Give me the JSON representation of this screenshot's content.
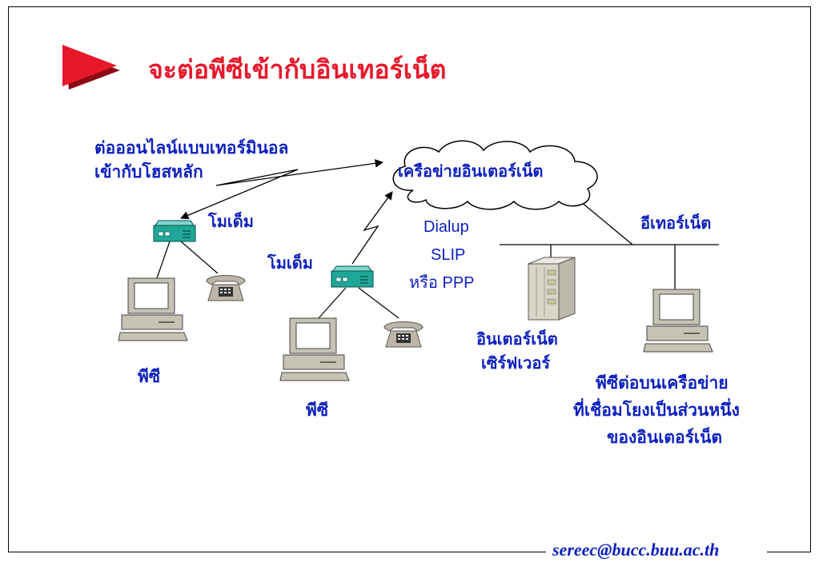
{
  "title": "จะต่อพีซีเข้ากับอินเทอร์เน็ต",
  "labels": {
    "terminal_line1": "ต่อออนไลน์แบบเทอร์มินอล",
    "terminal_line2": "เข้ากับโฮสหลัก",
    "internet_network": "เครือข่ายอินเตอร์เน็ต",
    "modem_left": "โมเด็ม",
    "modem_middle": "โมเด็ม",
    "dialup": "Dialup",
    "slip": "SLIP",
    "or_ppp": "หรือ PPP",
    "ethernet": "อีเทอร์เน็ต",
    "server_line1": "อินเตอร์เน็ต",
    "server_line2": "เซิร์ฟเวอร์",
    "pc_left": "พีซี",
    "pc_middle": "พีซี",
    "lan_pc_line1": "พีซีต่อบนเครือข่าย",
    "lan_pc_line2": "ที่เชื่อมโยงเป็นส่วนหนึ่ง",
    "lan_pc_line3": "ของอินเตอร์เน็ต"
  },
  "footer": {
    "email": "sereec@bucc.buu.ac.th"
  },
  "colors": {
    "title": "#e8182b",
    "label": "#0b1fbf",
    "modem": "#1fa89a",
    "pointer": "#e8182b"
  },
  "icons": [
    "pointer-triangle-icon",
    "cloud-icon",
    "modem-icon",
    "telephone-icon",
    "computer-icon",
    "server-icon"
  ]
}
